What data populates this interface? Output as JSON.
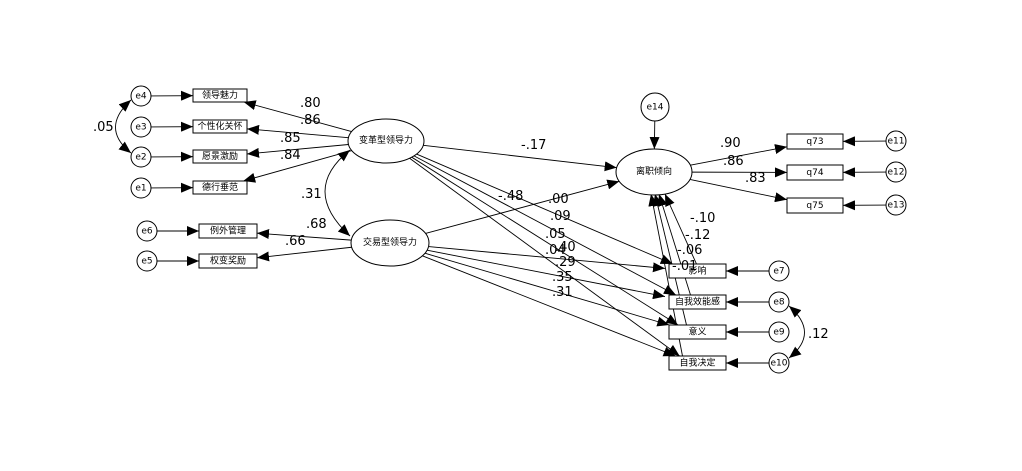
{
  "diagram": {
    "observed": [
      {
        "id": "o1",
        "label": "领导魅力"
      },
      {
        "id": "o2",
        "label": "个性化关怀"
      },
      {
        "id": "o3",
        "label": "愿景激励"
      },
      {
        "id": "o4",
        "label": "德行垂范"
      },
      {
        "id": "o5",
        "label": "例外管理"
      },
      {
        "id": "o6",
        "label": "权变奖励"
      },
      {
        "id": "o7",
        "label": "影响"
      },
      {
        "id": "o8",
        "label": "自我效能感"
      },
      {
        "id": "o9",
        "label": "意义"
      },
      {
        "id": "o10",
        "label": "自我决定"
      },
      {
        "id": "o11",
        "label": "q73"
      },
      {
        "id": "o12",
        "label": "q74"
      },
      {
        "id": "o13",
        "label": "q75"
      }
    ],
    "latent": [
      {
        "id": "L1",
        "label": "变革型领导力"
      },
      {
        "id": "L2",
        "label": "交易型领导力"
      },
      {
        "id": "L3",
        "label": "离职倾向"
      }
    ],
    "errors": [
      {
        "id": "e4",
        "label": "e4"
      },
      {
        "id": "e3",
        "label": "e3"
      },
      {
        "id": "e2",
        "label": "e2"
      },
      {
        "id": "e1",
        "label": "e1"
      },
      {
        "id": "e6",
        "label": "e6"
      },
      {
        "id": "e5",
        "label": "e5"
      },
      {
        "id": "e7",
        "label": "e7"
      },
      {
        "id": "e8",
        "label": "e8"
      },
      {
        "id": "e9",
        "label": "e9"
      },
      {
        "id": "e10",
        "label": "e10"
      },
      {
        "id": "e11",
        "label": "e11"
      },
      {
        "id": "e12",
        "label": "e12"
      },
      {
        "id": "e13",
        "label": "e13"
      },
      {
        "id": "e14",
        "label": "e14"
      }
    ],
    "coefficients": [
      {
        "id": "c_o1",
        "value": ".80"
      },
      {
        "id": "c_o2",
        "value": ".86"
      },
      {
        "id": "c_o3",
        "value": ".85"
      },
      {
        "id": "c_o4",
        "value": ".84"
      },
      {
        "id": "c_e2e4",
        "value": ".05"
      },
      {
        "id": "c_L1L2",
        "value": ".31"
      },
      {
        "id": "c_o5",
        "value": ".68"
      },
      {
        "id": "c_o6",
        "value": ".66"
      },
      {
        "id": "c_L1L3",
        "value": "-.17"
      },
      {
        "id": "c_L2L3",
        "value": ".00"
      },
      {
        "id": "c_L1o7",
        "value": "-.48"
      },
      {
        "id": "c_L1o8",
        "value": ".09"
      },
      {
        "id": "c_L1o9",
        "value": ".05"
      },
      {
        "id": "c_L1o10",
        "value": ".40"
      },
      {
        "id": "c_L2o7",
        "value": ".04"
      },
      {
        "id": "c_L2o8",
        "value": ".29"
      },
      {
        "id": "c_L2o9",
        "value": ".35"
      },
      {
        "id": "c_L2o10",
        "value": ".31"
      },
      {
        "id": "c_o7L3",
        "value": "-.10"
      },
      {
        "id": "c_o8L3",
        "value": "-.12"
      },
      {
        "id": "c_o9L3",
        "value": "-.06"
      },
      {
        "id": "c_o10L3",
        "value": "-.01"
      },
      {
        "id": "c_o11",
        "value": ".90"
      },
      {
        "id": "c_o12",
        "value": ".86"
      },
      {
        "id": "c_o13",
        "value": ".83"
      },
      {
        "id": "c_e8e10",
        "value": ".12"
      }
    ]
  }
}
